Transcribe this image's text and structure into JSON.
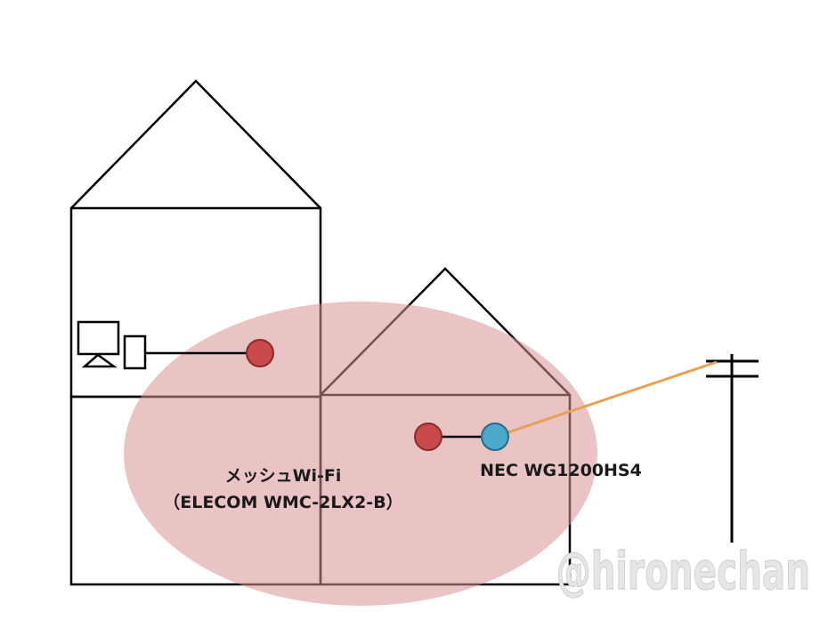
{
  "diagram": {
    "mesh_label_line1": "メッシュWi-Fi",
    "mesh_label_line2": "（ELECOM WMC-2LX2-B）",
    "router_label": "NEC WG1200HS4",
    "watermark": "@hironechan"
  },
  "colors": {
    "coverage_fill": "#d99494",
    "mesh_node": "#c94a4a",
    "router_node": "#4aa8c8",
    "fiber_line": "#e8a055",
    "outline": "#000000"
  }
}
